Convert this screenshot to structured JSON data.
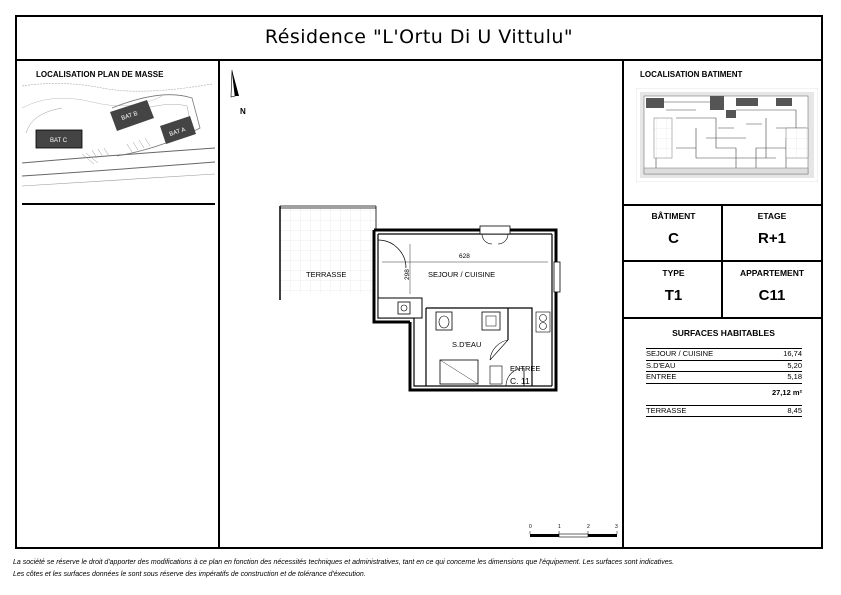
{
  "title": "Résidence \"L'Ortu Di U Vittulu\"",
  "left_panel": {
    "heading": "LOCALISATION PLAN DE MASSE",
    "buildings": [
      "BAT B",
      "BAT C",
      "BAT A"
    ]
  },
  "plan": {
    "north_label": "N",
    "rooms": {
      "terrasse": "TERRASSE",
      "sejour": "SEJOUR / CUISINE",
      "sdeau": "S.D'EAU",
      "entree": "ENTREE",
      "closet": "C. 11"
    },
    "dimensions": {
      "width": "628",
      "height": "298"
    },
    "scale_ticks": [
      "0",
      "1",
      "2",
      "3"
    ]
  },
  "right_panel": {
    "heading": "LOCALISATION BATIMENT",
    "batiment_label": "BÂTIMENT",
    "batiment_value": "C",
    "etage_label": "ETAGE",
    "etage_value": "R+1",
    "type_label": "TYPE",
    "type_value": "T1",
    "appartement_label": "APPARTEMENT",
    "appartement_value": "C11",
    "surfaces_heading": "SURFACES HABITABLES",
    "surfaces": [
      {
        "name": "SEJOUR / CUISINE",
        "value": "16,74"
      },
      {
        "name": "S.D'EAU",
        "value": "5,20"
      },
      {
        "name": "ENTREE",
        "value": "5,18"
      }
    ],
    "total": "27,12 m²",
    "terrasse": {
      "name": "TERRASSE",
      "value": "8,45"
    }
  },
  "footer": {
    "line1": "La société se réserve le droit d'apporter des modifications à ce plan en fonction des nécessités techniques et administratives, tant en ce qui concerne les dimensions que l'équipement. Les surfaces sont indicatives.",
    "line2": "Les côtes et les surfaces données le sont sous réserve des impératifs de construction et de tolérance d'éxecution."
  }
}
